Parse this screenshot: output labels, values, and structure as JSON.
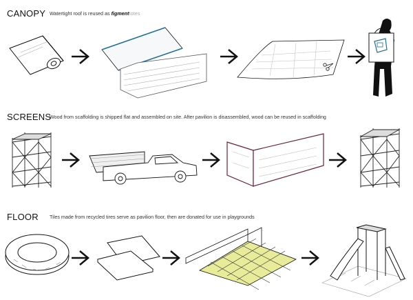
{
  "sections": [
    {
      "title": "CANOPY",
      "caption": "Watertight roof is reused as ",
      "caption_brand": "figment",
      "caption_brand_tail": "totes",
      "steps": [
        "rolled-membrane",
        "canopy-roof",
        "cut-membrane",
        "tote-bag"
      ]
    },
    {
      "title": "SCREENS",
      "caption": "Wood from scaffolding is shipped flat and assembled on site. After pavilion is disassembled, wood can be reused in scaffolding",
      "steps": [
        "scaffolding",
        "pickup-truck",
        "wood-screen",
        "scaffolding"
      ]
    },
    {
      "title": "FLOOR",
      "caption": "Tiles made from recycled tires serve as pavilion floor, then are donated for use in playgrounds",
      "steps": [
        "tire",
        "rubber-tiles",
        "tiled-floor",
        "playground-slide"
      ]
    }
  ],
  "colors": {
    "text": "#111111",
    "accent_blue": "#1d6f9a",
    "accent_maroon": "#6e1f3a",
    "accent_yellow": "#e8ec9a"
  }
}
